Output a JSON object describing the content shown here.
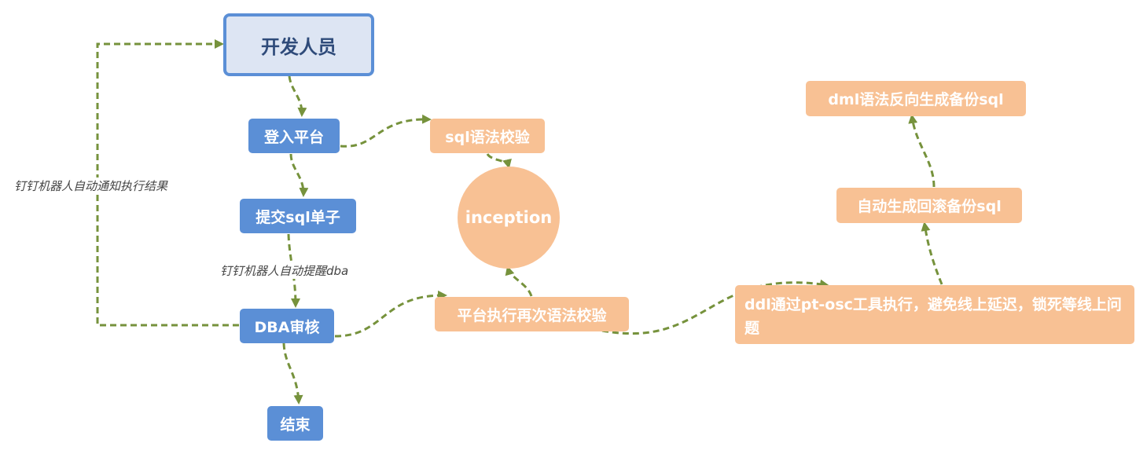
{
  "nodes": {
    "developer": "开发人员",
    "login": "登入平台",
    "submit": "提交sql单子",
    "dba_review": "DBA审核",
    "end": "结束",
    "sql_check": "sql语法校验",
    "inception": "inception",
    "platform_recheck": "平台执行再次语法校验",
    "ddl_exec": "ddl通过pt-osc工具执行，避免线上延迟，锁死等线上问题",
    "rollback_backup": "自动生成回滚备份sql",
    "dml_backup": "dml语法反向生成备份sql"
  },
  "labels": {
    "notify_result": "钉钉机器人自动通知执行结果",
    "remind_dba": "钉钉机器人自动提醒dba"
  },
  "colors": {
    "blue": "#5b8fd6",
    "orange": "#f8c194",
    "arrow": "#76923c",
    "start_fill": "#dde5f3"
  }
}
